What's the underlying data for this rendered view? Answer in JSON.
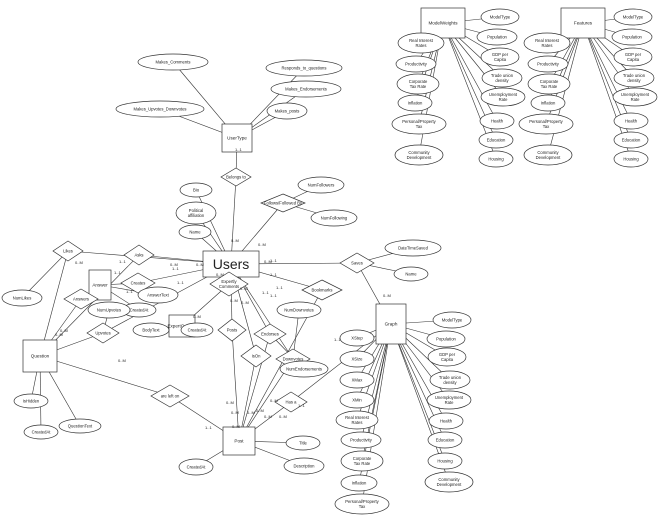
{
  "diagram": {
    "entities": [
      {
        "id": "users",
        "label": "Users",
        "big": true
      },
      {
        "id": "usertype",
        "label": "UserType"
      },
      {
        "id": "question",
        "label": "Question"
      },
      {
        "id": "answer",
        "label": "Answer"
      },
      {
        "id": "post",
        "label": "Post"
      },
      {
        "id": "graph",
        "label": "Graph"
      },
      {
        "id": "expert",
        "label": "ExpertOpinion"
      },
      {
        "id": "modelweights",
        "label": "ModelWeights"
      },
      {
        "id": "features",
        "label": "Features"
      }
    ],
    "relationships": [
      {
        "id": "r_belongs",
        "label": "Belongs to"
      },
      {
        "id": "r_follows",
        "label": "Follows/Followed By"
      },
      {
        "id": "r_likes",
        "label": "Likes"
      },
      {
        "id": "r_asks",
        "label": "Asks"
      },
      {
        "id": "r_creates",
        "label": "Creates"
      },
      {
        "id": "r_answers",
        "label": "Answers"
      },
      {
        "id": "r_upvotes",
        "label": "Upvotes"
      },
      {
        "id": "r_expert",
        "label": "Expertly\nComments"
      },
      {
        "id": "r_posts",
        "label": "Posts"
      },
      {
        "id": "r_isOn",
        "label": "IsOn"
      },
      {
        "id": "r_endorses",
        "label": "Endorses"
      },
      {
        "id": "r_downvotes",
        "label": "Downvotes"
      },
      {
        "id": "r_bookmarks",
        "label": "Bookmarks"
      },
      {
        "id": "r_saves",
        "label": "Saves"
      },
      {
        "id": "r_hasa",
        "label": "Has a"
      },
      {
        "id": "r_areleft",
        "label": "are left on"
      }
    ],
    "attributes": [
      {
        "id": "a_makes_comments",
        "label": "Makes_Comments"
      },
      {
        "id": "a_responds",
        "label": "Responds_to_questions"
      },
      {
        "id": "a_makes_end",
        "label": "Makes_Endorsements"
      },
      {
        "id": "a_makes_upv",
        "label": "Makes_Upvotes_Downvotes"
      },
      {
        "id": "a_makes_posts",
        "label": "Makes_posts"
      },
      {
        "id": "a_bio",
        "label": "Bio"
      },
      {
        "id": "a_political",
        "label": "Political\naffiliation"
      },
      {
        "id": "a_name",
        "label": "Name"
      },
      {
        "id": "a_numfollowers",
        "label": "NumFollowers"
      },
      {
        "id": "a_numfollowing",
        "label": "NumFollowing"
      },
      {
        "id": "a_datetimesaved",
        "label": "DateTimeSaved"
      },
      {
        "id": "a_graphname",
        "label": "Name"
      },
      {
        "id": "a_numlikes",
        "label": "NumLikes"
      },
      {
        "id": "a_answertext",
        "label": "AnswerText"
      },
      {
        "id": "a_createdat_ans",
        "label": "CreatedAt"
      },
      {
        "id": "a_numupvotes",
        "label": "NumUpvotes"
      },
      {
        "id": "a_bodytext",
        "label": "BodyText"
      },
      {
        "id": "a_createdat_exp",
        "label": "CreatedAt"
      },
      {
        "id": "a_numdownvotes",
        "label": "NumDownvotes"
      },
      {
        "id": "a_numendorsements",
        "label": "NumEndorsements"
      },
      {
        "id": "a_ishidden",
        "label": "IsHidden"
      },
      {
        "id": "a_createdat_q",
        "label": "CreatedAt"
      },
      {
        "id": "a_questiontext",
        "label": "QuestionText"
      },
      {
        "id": "a_title",
        "label": "Title"
      },
      {
        "id": "a_createdat_post",
        "label": "CreatedAt"
      },
      {
        "id": "a_description",
        "label": "Description"
      },
      {
        "id": "mw_modeltype",
        "label": "ModelType"
      },
      {
        "id": "mw_realinterest",
        "label": "Real Interest\nRates"
      },
      {
        "id": "mw_population",
        "label": "Population"
      },
      {
        "id": "mw_gdp",
        "label": "GDP per\nCapita"
      },
      {
        "id": "mw_productivity",
        "label": "Productivity"
      },
      {
        "id": "mw_tradeunion",
        "label": "Trade union\ndensity"
      },
      {
        "id": "mw_corptax",
        "label": "Corporate\nTax Rate"
      },
      {
        "id": "mw_unemployment",
        "label": "Unemployment\nRate"
      },
      {
        "id": "mw_inflation",
        "label": "Inflation"
      },
      {
        "id": "mw_personaltax",
        "label": "Personal/Property\nTax"
      },
      {
        "id": "mw_health",
        "label": "Health"
      },
      {
        "id": "mw_education",
        "label": "Education"
      },
      {
        "id": "mw_community",
        "label": "Community\nDevelopment"
      },
      {
        "id": "mw_housing",
        "label": "Housing"
      },
      {
        "id": "f_modeltype",
        "label": "ModelType"
      },
      {
        "id": "f_realinterest",
        "label": "Real Interest\nRates"
      },
      {
        "id": "f_population",
        "label": "Population"
      },
      {
        "id": "f_gdp",
        "label": "GDP per\nCapita"
      },
      {
        "id": "f_productivity",
        "label": "Productivity"
      },
      {
        "id": "f_tradeunion",
        "label": "Trade union\ndensity"
      },
      {
        "id": "f_corptax",
        "label": "Corporate\nTax Rate"
      },
      {
        "id": "f_unemployment",
        "label": "Unemployment\nRate"
      },
      {
        "id": "f_inflation",
        "label": "Inflation"
      },
      {
        "id": "f_personaltax",
        "label": "Personal/Property\nTax"
      },
      {
        "id": "f_health",
        "label": "Health"
      },
      {
        "id": "f_education",
        "label": "Education"
      },
      {
        "id": "f_community",
        "label": "Community\nDevelopment"
      },
      {
        "id": "f_housing",
        "label": "Housing"
      },
      {
        "id": "g_modeltype",
        "label": "ModelType"
      },
      {
        "id": "g_xstep",
        "label": "XStep"
      },
      {
        "id": "g_population",
        "label": "Population"
      },
      {
        "id": "g_xsize",
        "label": "XSize"
      },
      {
        "id": "g_gdp",
        "label": "GDP per\nCapita"
      },
      {
        "id": "g_xmax",
        "label": "XMax"
      },
      {
        "id": "g_tradeunion",
        "label": "Trade union\ndensity"
      },
      {
        "id": "g_xmin",
        "label": "XMin"
      },
      {
        "id": "g_unemployment",
        "label": "Unemployment\nRate"
      },
      {
        "id": "g_realinterest",
        "label": "Real Interest\nRates"
      },
      {
        "id": "g_health",
        "label": "Health"
      },
      {
        "id": "g_productivity",
        "label": "Productivity"
      },
      {
        "id": "g_education",
        "label": "Education"
      },
      {
        "id": "g_corptax",
        "label": "Corporate\nTax Rate"
      },
      {
        "id": "g_housing",
        "label": "Housing"
      },
      {
        "id": "g_inflation",
        "label": "Inflation"
      },
      {
        "id": "g_community",
        "label": "Community\nDevelopment"
      },
      {
        "id": "g_personaltax",
        "label": "Personal/Property\nTax"
      }
    ],
    "cardinalities": [
      "1..1",
      "0..M",
      "0..M",
      "0..M",
      "1..1",
      "0..M",
      "0..M",
      "0..M",
      "0..M",
      "1..1",
      "1..1",
      "0..M",
      "0..M",
      "0..M",
      "0..M",
      "0..M",
      "0..M",
      "0..M",
      "0..M",
      "0..M",
      "0..M",
      "1..1",
      "0..M",
      "1..1",
      "0..M",
      "1..1",
      "0..M",
      "0..M",
      "1..1",
      "1..1",
      "1..1",
      "1..1",
      "1..1",
      "1..1",
      "1..1",
      "0..M",
      "0..M"
    ]
  }
}
